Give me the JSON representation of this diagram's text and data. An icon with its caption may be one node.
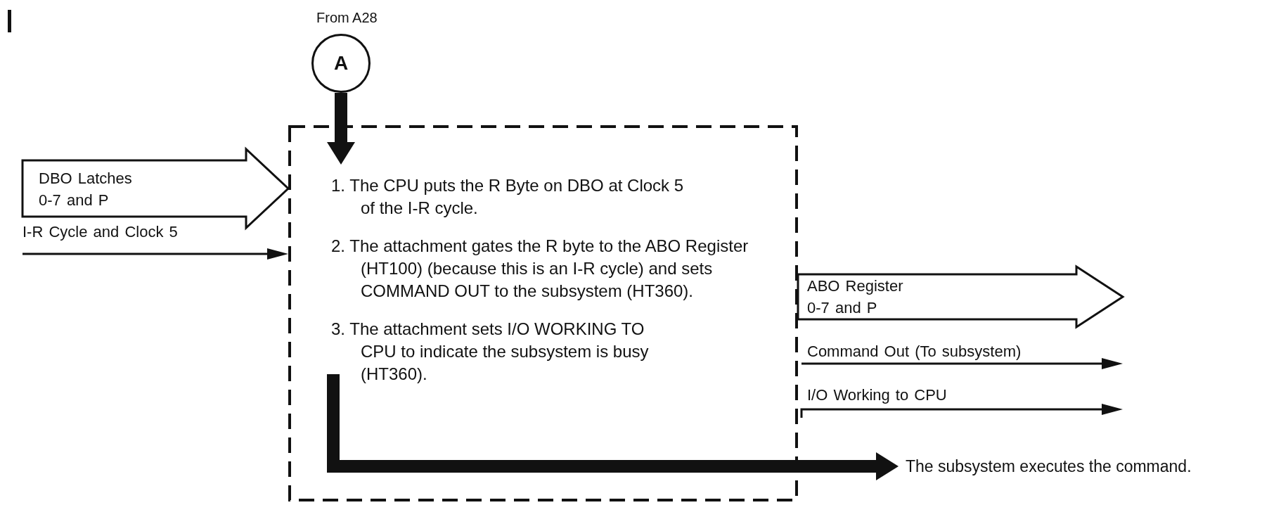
{
  "diagram": {
    "nodes": [
      {
        "text": [
          "A"
        ],
        "beside": [
          "From A28"
        ]
      },
      {
        "text": [
          "1. The CPU puts the R Byte on DBO at Clock 5 of the I-R cycle.",
          "2. The attachment gates the R byte to the ABO Register (HT100) (because this is an I-R cycle) and sets COMMAND OUT to the subsystem (HT360).",
          "3. The attachment sets I/O WORKING TO CPU to indicate the subsystem is busy (HT360)."
        ]
      },
      {
        "text": [
          "The subsystem executes the command."
        ]
      }
    ],
    "edges": [
      {
        "from": 0,
        "to": 1,
        "arrow": "to",
        "style": "thick"
      },
      {
        "from": null,
        "to": 1,
        "arrow": "to",
        "style": "thick",
        "label": "DBO Latches 0-7 and P"
      },
      {
        "from": null,
        "to": 1,
        "arrow": "to",
        "label": "I-R Cycle and Clock 5"
      },
      {
        "from": 1,
        "to": null,
        "arrow": "to",
        "style": "thick",
        "label": "ABO Register 0-7 and P"
      },
      {
        "from": 1,
        "to": null,
        "arrow": "to",
        "label": "Command Out (To subsystem)"
      },
      {
        "from": 1,
        "to": null,
        "arrow": "to",
        "label": "I/O Working to CPU"
      },
      {
        "from": 1,
        "to": 2,
        "arrow": "to",
        "style": "thick"
      }
    ]
  }
}
